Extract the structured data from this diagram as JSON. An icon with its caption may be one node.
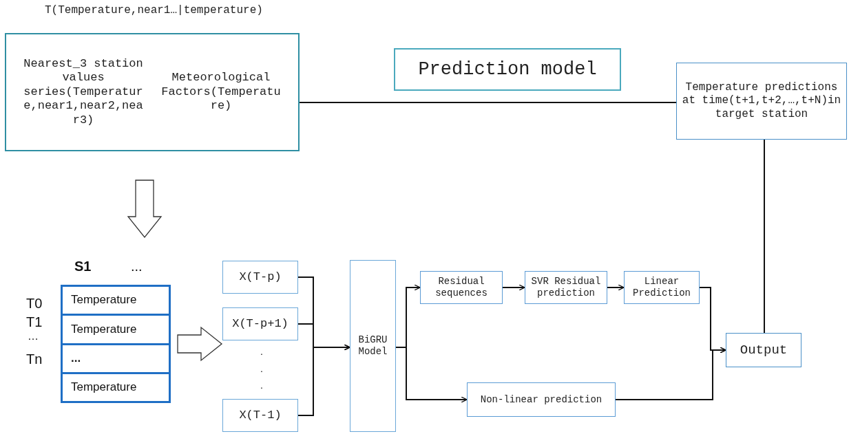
{
  "diagram": {
    "nodes": [
      {
        "text": [
          "Nearest_3 station values series(Temperature,near1,near2,near3)",
          "Meteorological Factors(Temperature)"
        ],
        "beside": [
          "T(Temperature,near1…|temperature)"
        ]
      },
      {
        "text": [
          "Prediction model"
        ]
      },
      {
        "text": [
          "Temperature predictions at time(t+1,t+2,…,t+N)in target station"
        ]
      },
      {
        "text": [],
        "shape": "box"
      },
      {
        "text": [
          "Temperature"
        ],
        "in": 3
      },
      {
        "text": [
          "Temperature"
        ],
        "in": 3
      },
      {
        "text": [
          "..."
        ],
        "in": 3
      },
      {
        "text": [
          "Temperature"
        ],
        "in": 3
      },
      {
        "text": [
          "X(T-p)"
        ]
      },
      {
        "text": [
          "X(T-p+1)"
        ]
      },
      {
        "text": [
          "X(T-1)"
        ]
      },
      {
        "text": [
          "BiGRU Model"
        ]
      },
      {
        "text": [
          "Residual sequences"
        ]
      },
      {
        "text": [
          "SVR Residual prediction"
        ]
      },
      {
        "text": [
          "Linear Prediction"
        ]
      },
      {
        "text": [
          "Non-linear prediction"
        ]
      },
      {
        "text": [
          "Output"
        ]
      }
    ],
    "edges": [
      {
        "from": 0,
        "to": 2,
        "arrow": "none"
      },
      {
        "from": 2,
        "to": 16,
        "arrow": "none"
      },
      {
        "from": 0,
        "to": 3,
        "arrow": "to",
        "style": "thick"
      },
      {
        "from": 3,
        "to": null,
        "arrow": "to",
        "style": "thick"
      },
      {
        "from": 8,
        "to": 11,
        "arrow": "to"
      },
      {
        "from": 9,
        "to": 11,
        "arrow": "to"
      },
      {
        "from": 10,
        "to": 11,
        "arrow": "to"
      },
      {
        "from": 11,
        "to": 12,
        "arrow": "to"
      },
      {
        "from": 11,
        "to": 15,
        "arrow": "to"
      },
      {
        "from": 12,
        "to": 13,
        "arrow": "to"
      },
      {
        "from": 13,
        "to": 14,
        "arrow": "to"
      },
      {
        "from": 14,
        "to": 16,
        "arrow": "to"
      },
      {
        "from": 15,
        "to": 16,
        "arrow": "to"
      }
    ],
    "labels": [
      "S1",
      "...",
      "T0",
      "T1",
      "…",
      "Tn",
      ".",
      ".",
      "."
    ]
  }
}
